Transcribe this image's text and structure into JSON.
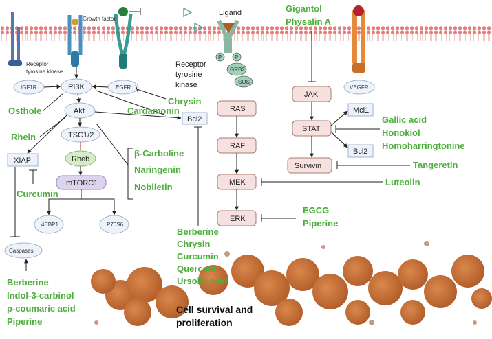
{
  "membrane_labels": {
    "growth_factor": "Growth factor",
    "ligand": "Ligand",
    "rtk_left": [
      "Receptor",
      "tyrosine kinase"
    ],
    "rtk_mid": [
      "Receptor",
      "tyrosine",
      "kinase"
    ]
  },
  "nodes": {
    "igf1r": "IGF1R",
    "pi3k": "PI3K",
    "egfr": "EGFR",
    "akt": "Akt",
    "tsc": "TSC1/2",
    "rheb": "Rheb",
    "mtorc1": "mTORC1",
    "ebp1": "4EBP1",
    "p70s6": "P70S6",
    "xiap": "XIAP",
    "caspases": "Caspases",
    "bcl2_left": "Bcl2",
    "grb2": "GRB2",
    "sos": "SOS",
    "p1": "P",
    "p2": "P",
    "ras": "RAS",
    "raf": "RAF",
    "mek": "MEK",
    "erk": "ERK",
    "jak": "JAK",
    "stat": "STAT",
    "survivin": "Survivin",
    "mcl1": "Mcl1",
    "bcl2_right": "Bcl2",
    "vegfr": "VEGFR"
  },
  "compounds": {
    "gigantol": "Gigantol",
    "physalin": "Physalin A",
    "chrysin_top": "Chrysin",
    "cardamonin": "Cardamonin",
    "osthole": "Osthole",
    "rhein": "Rhein",
    "curcumin_left": "Curcumin",
    "carboline": "β-Carboline",
    "naringenin": "Naringenin",
    "nobiletin": "Nobiletin",
    "gallic": "Gallic acid",
    "honokiol": "Honokiol",
    "homoharringtonine": "Homoharringtonine",
    "tangeretin": "Tangeretin",
    "luteolin": "Luteolin",
    "egcg": "EGCG",
    "piperine_right": "Piperine",
    "mid_list": [
      "Berberine",
      "Chrysin",
      "Curcumin",
      "Quercetin",
      "Ursolic acid"
    ],
    "left_list": [
      "Berberine",
      "Indol-3-carbinol",
      "p-coumaric acid",
      "Piperine"
    ]
  },
  "outcome": [
    "Cell survival and",
    "proliferation"
  ]
}
